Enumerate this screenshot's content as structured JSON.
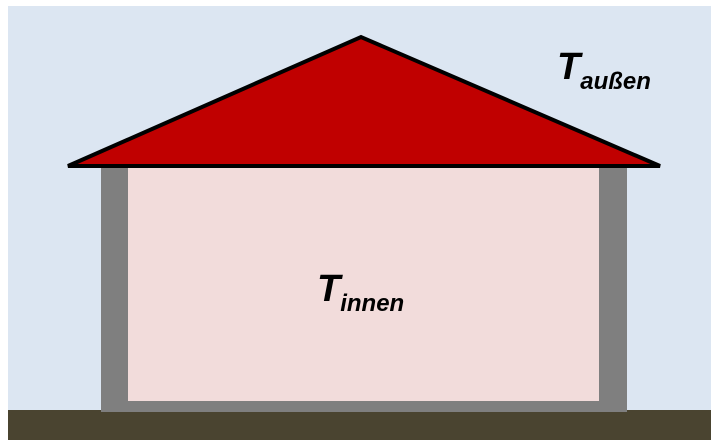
{
  "labels": {
    "outside": {
      "symbol": "T",
      "subscript": "außen"
    },
    "inside": {
      "symbol": "T",
      "subscript": "innen"
    }
  },
  "colors": {
    "sky": "#dce6f2",
    "ground": "#4a4430",
    "wall": "#7f7f7f",
    "interior": "#f2dcdb",
    "roof": "#c00000",
    "roof_outline": "#000000",
    "text": "#000000"
  }
}
